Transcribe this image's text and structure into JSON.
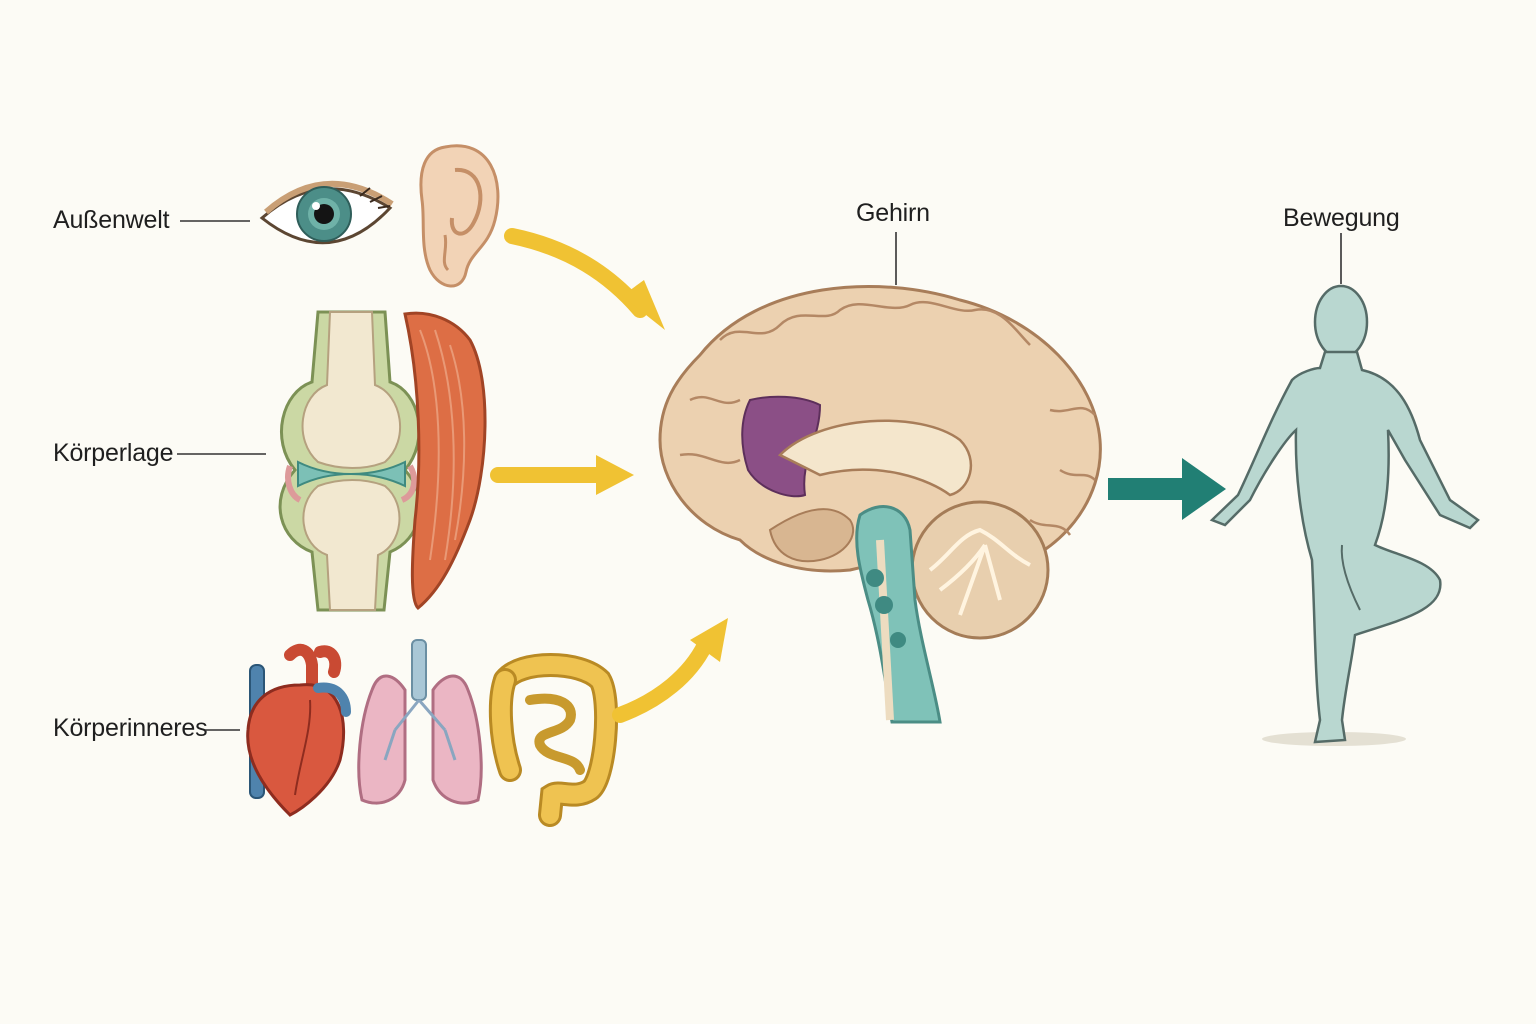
{
  "labels": {
    "external": "Außenwelt",
    "posture": "Körperlage",
    "interior": "Körperinneres",
    "brain": "Gehirn",
    "movement": "Bewegung"
  },
  "colors": {
    "background": "#fcfbf5",
    "input_arrow": "#f0c233",
    "output_arrow": "#217f74",
    "brain": "#ecd1b0",
    "limbic": "#8b4f86",
    "brainstem": "#7fc2b8",
    "figure": "#b9d7d0",
    "eye_iris": "#4c8e88",
    "ear": "#f2d3b6",
    "bone": "#f2e8d0",
    "cartilage": "#7cc0b6",
    "muscle": "#dd6e45",
    "heart": "#d9583f",
    "vessel_blue": "#4f83ad",
    "lungs": "#ebb6c4",
    "intestine": "#efc351"
  },
  "icons": [
    "eye-icon",
    "ear-icon",
    "knee-joint-icon",
    "muscle-icon",
    "heart-icon",
    "lungs-icon",
    "intestine-icon",
    "brain-icon",
    "human-figure-icon"
  ]
}
